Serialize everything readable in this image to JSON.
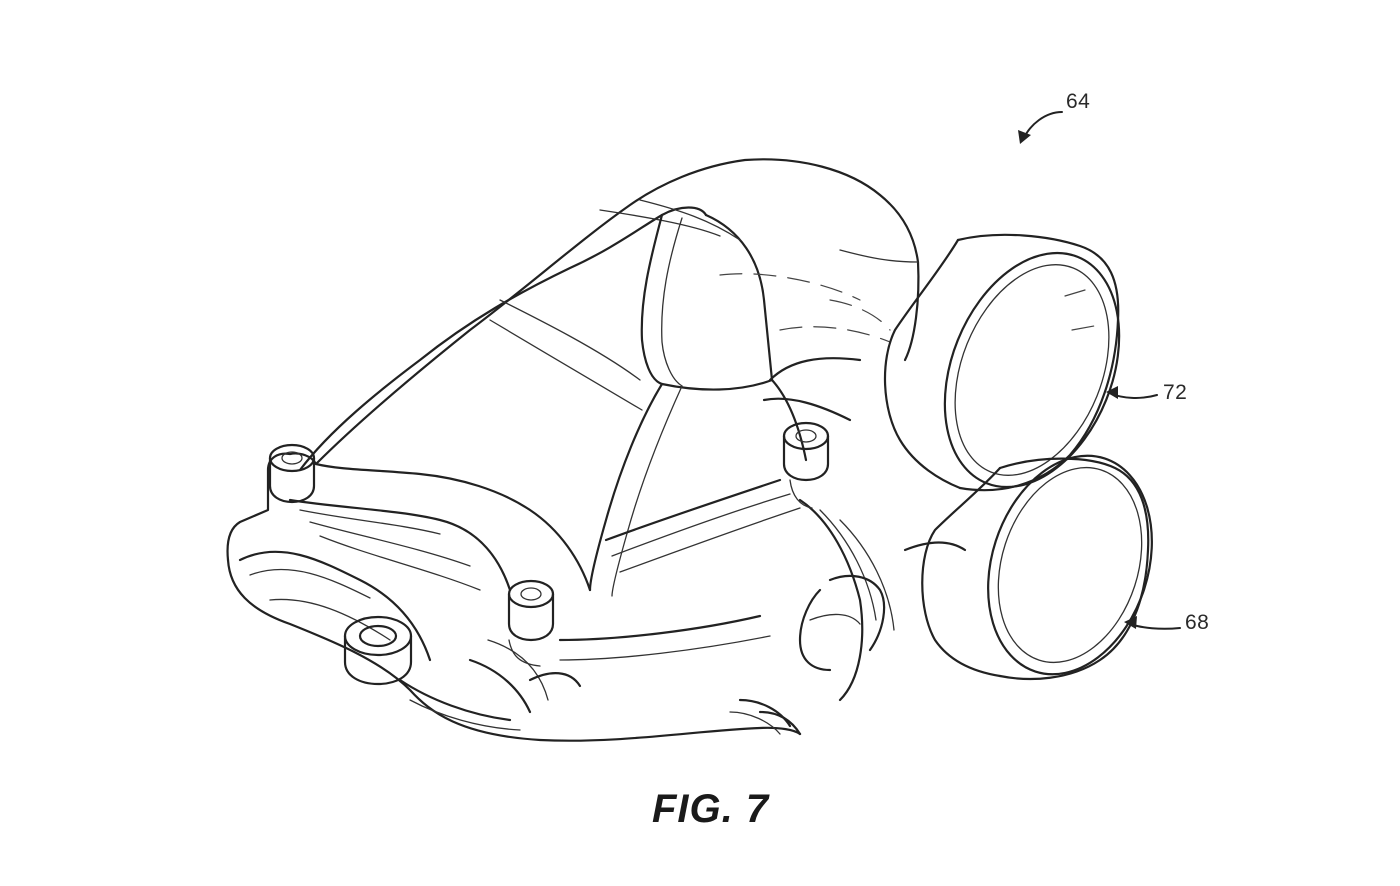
{
  "figure": {
    "caption": "FIG. 7"
  },
  "reference_numerals": {
    "assembly": "64",
    "upper_outlet": "72",
    "lower_outlet": "68"
  }
}
